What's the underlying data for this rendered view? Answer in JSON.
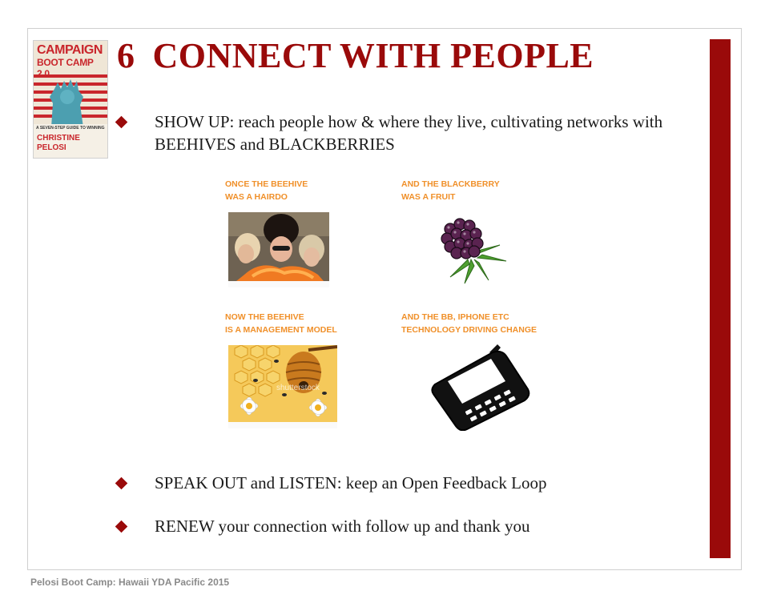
{
  "slide": {
    "number": "6",
    "title": "CONNECT WITH PEOPLE",
    "bullets": [
      "SHOW UP: reach people how & where they live, cultivating networks with BEEHIVES and BLACKBERRIES",
      "SPEAK OUT and LISTEN: keep an Open Feedback Loop",
      "RENEW your connection with follow up and thank you"
    ]
  },
  "book": {
    "title_line1": "CAMPAIGN",
    "title_line2": "BOOT CAMP 2.0",
    "tagline": "A SEVEN-STEP GUIDE TO WINNING",
    "author_line1": "CHRISTINE",
    "author_line2": "PELOSI"
  },
  "grid": {
    "cells": [
      {
        "line1": "ONCE THE BEEHIVE",
        "line2": "WAS A HAIRDO"
      },
      {
        "line1": "AND THE BLACKBERRY",
        "line2": "WAS A FRUIT"
      },
      {
        "line1": "NOW THE BEEHIVE",
        "line2": "IS A MANAGEMENT MODEL"
      },
      {
        "line1": "AND THE BB, IPHONE ETC",
        "line2": "TECHNOLOGY DRIVING CHANGE"
      }
    ],
    "watermark": "shutterstock"
  },
  "footer": "Pelosi Boot Camp: Hawaii YDA Pacific 2015",
  "colors": {
    "accent": "#9a0a0a",
    "label": "#f0902a",
    "footer": "#8a8a8a"
  }
}
